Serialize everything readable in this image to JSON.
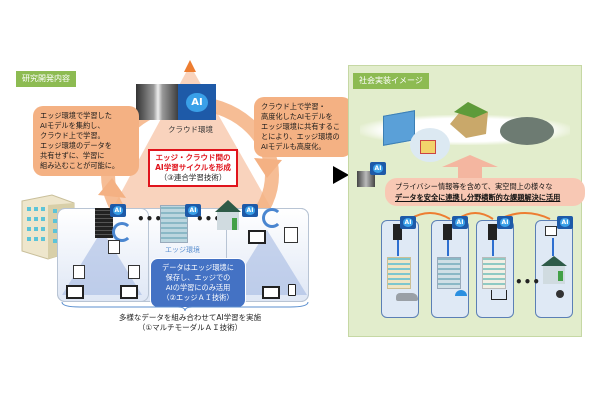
{
  "left_panel": {
    "section_label": "研究開発内容",
    "cloud_label": "クラウド環境",
    "edge_label": "エッジ環境",
    "ai_badge": "AI",
    "bubble_left": "エッジ環境で学習した\nAIモデルを集約し、\nクラウド上で学習。\nエッジ環境のデータを\n共有せずに、学習に\n組み込むことが可能に。",
    "bubble_right": "クラウド上で学習・\n高度化したAIモデルを\nエッジ環境に共有するこ\nとにより、エッジ環境の\nAIモデルも高度化。",
    "cycle_box": {
      "line1": "エッジ・クラウド間の",
      "line2": "AI学習サイクルを形成",
      "line3": "（③連合学習技術）"
    },
    "edge_box": "データはエッジ環境に\n保存し、エッジでの\nAIの学習にのみ活用\n（②エッジＡＩ技術）",
    "bottom_caption": {
      "line1": "多様なデータを組み合わせてAI学習を実施",
      "line2": "（①マルチモーダルＡＩ技術）"
    },
    "ellipsis": "•••"
  },
  "right_panel": {
    "section_label": "社会実装イメージ",
    "banner": {
      "line1": "プライバシー情報等を含めて、実空間上の様々な",
      "line2": "データを安全に連携し分野横断的な課題解決に活用"
    },
    "ai_badge": "AI",
    "ellipsis": "•••"
  },
  "colors": {
    "green_tag": "#8dbb52",
    "right_bg": "#e2edcc",
    "orange": "#f4b183",
    "red": "#e0141c",
    "blue": "#4472c4"
  }
}
